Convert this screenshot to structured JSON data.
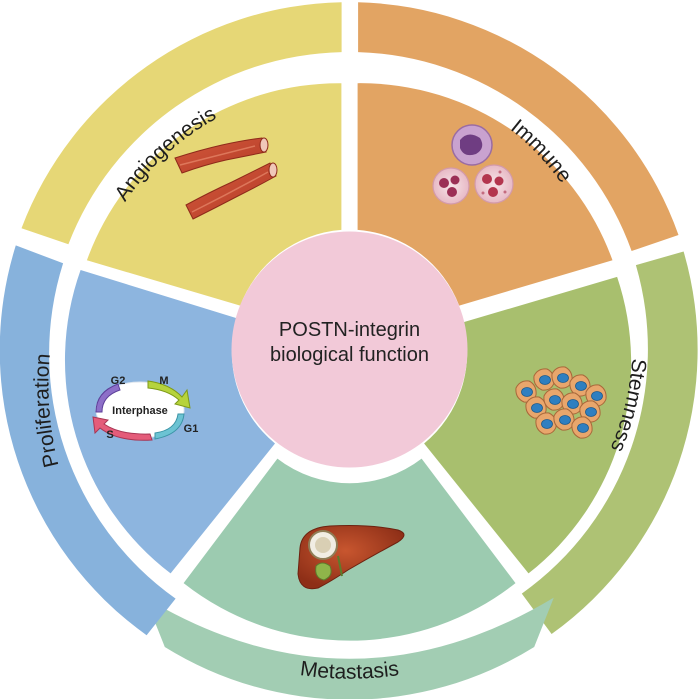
{
  "center": {
    "lines": [
      "POSTN-integrin",
      "biological function"
    ],
    "color": "#f2c9d8"
  },
  "segments": [
    {
      "id": "immune",
      "label": "Immune",
      "outer_color": "#e2a463",
      "inner_color": "#e2a463",
      "icon": "immune-cells-icon"
    },
    {
      "id": "stemness",
      "label": "Stemness",
      "outer_color": "#aec274",
      "inner_color": "#a8bf6e",
      "icon": "stem-cells-icon"
    },
    {
      "id": "metastasis",
      "label": "Metastasis",
      "outer_color": "#a2cdb3",
      "inner_color": "#9ccbb0",
      "icon": "liver-icon"
    },
    {
      "id": "proliferation",
      "label": "Proliferation",
      "outer_color": "#87b2dc",
      "inner_color": "#8db5df",
      "icon": "cell-cycle-icon"
    },
    {
      "id": "angiogenesis",
      "label": "Angiogenesis",
      "outer_color": "#e6d776",
      "inner_color": "#e6d776",
      "icon": "blood-vessels-icon"
    }
  ],
  "cell_cycle": {
    "center_label": "Interphase",
    "phases": [
      "M",
      "G1",
      "S",
      "G2"
    ]
  }
}
